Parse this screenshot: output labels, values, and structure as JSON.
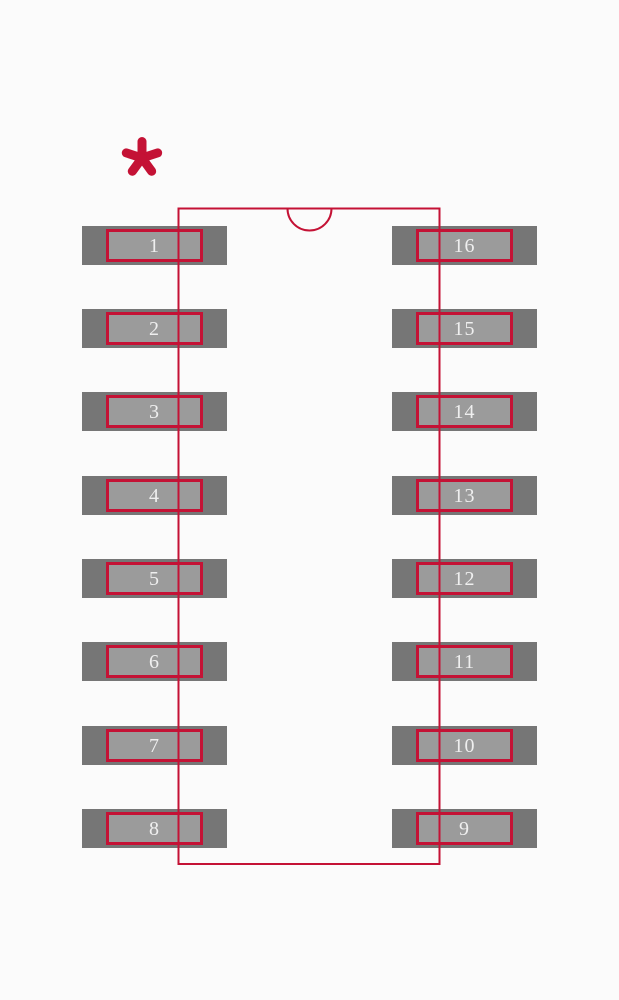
{
  "pins": {
    "left": [
      "1",
      "2",
      "3",
      "4",
      "5",
      "6",
      "7",
      "8"
    ],
    "right": [
      "16",
      "15",
      "14",
      "13",
      "12",
      "11",
      "10",
      "9"
    ]
  },
  "pin1_marker": "*",
  "colors": {
    "accent_red": "#c41235",
    "pad_outer": "#767676",
    "pad_inner": "#9b9b9b",
    "pin_text": "#efefef",
    "background": "#fbfbfb"
  }
}
